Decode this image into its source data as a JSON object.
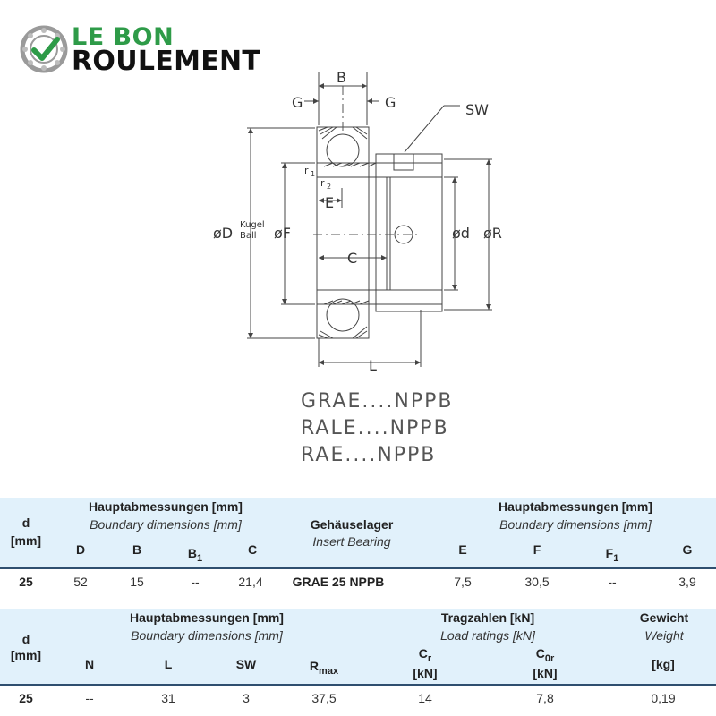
{
  "logo": {
    "line1": "LE BON",
    "line2": "ROULEMENT"
  },
  "drawing": {
    "labels": {
      "B": "B",
      "G_left": "G",
      "G_right": "G",
      "SW": "SW",
      "r1": "r",
      "r1_sub": "1",
      "r2": "r",
      "r2_sub": "2",
      "E": "E",
      "D": "øD",
      "kugel": "Kugel",
      "ball": "Ball",
      "F": "øF",
      "C": "C",
      "d": "ød",
      "R": "øR",
      "L": "L"
    },
    "series": [
      "GRAE....NPPB",
      "RALE....NPPB",
      "RAE....NPPB"
    ]
  },
  "table1": {
    "d_header": "d",
    "d_unit": "[mm]",
    "group1_title": "Hauptabmessungen [mm]",
    "group1_subtitle": "Boundary dimensions [mm]",
    "insert_title": "Gehäuselager",
    "insert_subtitle": "Insert Bearing",
    "group2_title": "Hauptabmessungen [mm]",
    "group2_subtitle": "Boundary dimensions [mm]",
    "cols": {
      "D": "D",
      "B": "B",
      "B1": "B",
      "B1_sub": "1",
      "C": "C",
      "E": "E",
      "F": "F",
      "F1": "F",
      "F1_sub": "1",
      "G": "G"
    },
    "row": {
      "d": "25",
      "D": "52",
      "B": "15",
      "B1": "--",
      "C": "21,4",
      "insert": "GRAE 25 NPPB",
      "E": "7,5",
      "F": "30,5",
      "F1": "--",
      "G": "3,9"
    }
  },
  "table2": {
    "d_header": "d",
    "d_unit": "[mm]",
    "group1_title": "Hauptabmessungen [mm]",
    "group1_subtitle": "Boundary dimensions [mm]",
    "load_title": "Tragzahlen [kN]",
    "load_subtitle": "Load ratings [kN]",
    "weight_title": "Gewicht",
    "weight_subtitle": "Weight",
    "cols": {
      "N": "N",
      "L": "L",
      "SW": "SW",
      "Rmax": "R",
      "Rmax_sub": "max",
      "Cr": "C",
      "Cr_sub": "r",
      "Cr_unit": "[kN]",
      "C0r": "C",
      "C0r_sub": "0r",
      "C0r_unit": "[kN]",
      "kg": "[kg]"
    },
    "row": {
      "d": "25",
      "N": "--",
      "L": "31",
      "SW": "3",
      "Rmax": "37,5",
      "Cr": "14",
      "C0r": "7,8",
      "weight": "0,19"
    }
  }
}
